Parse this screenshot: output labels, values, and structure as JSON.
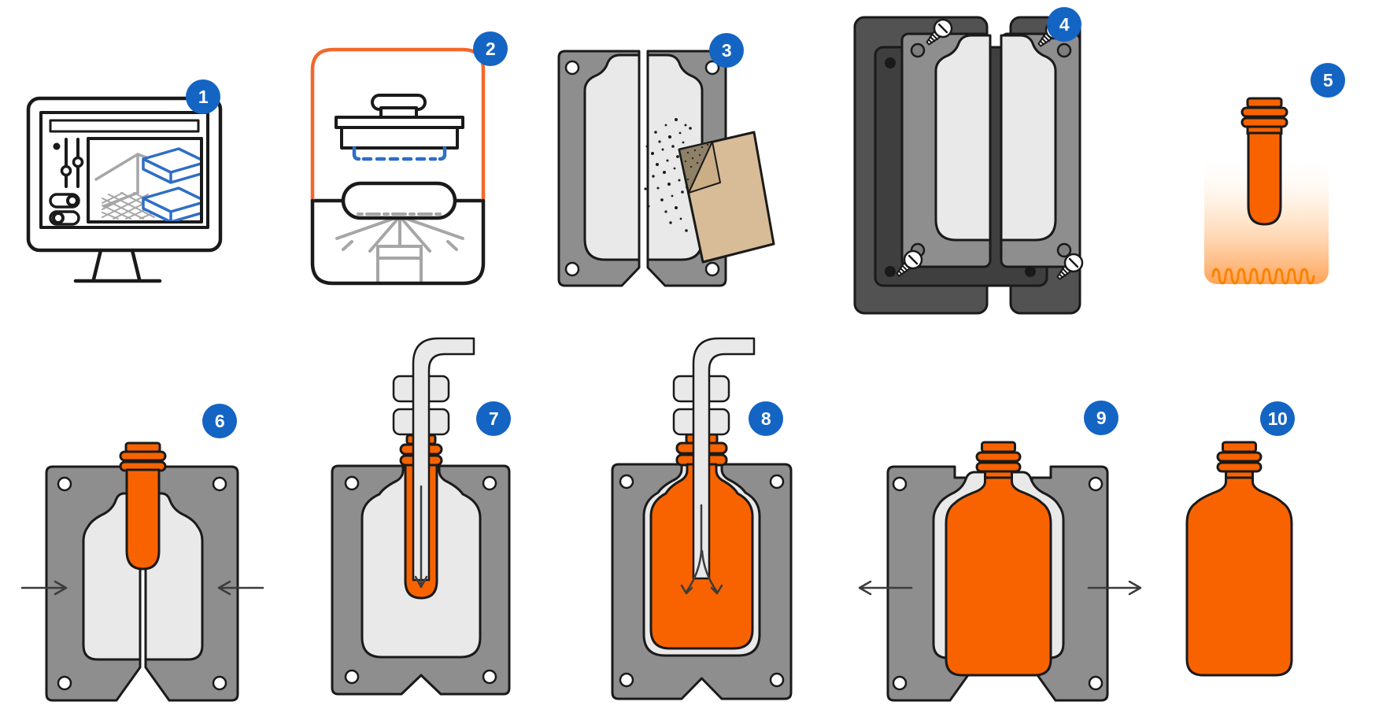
{
  "figure": {
    "kind": "process-diagram",
    "subject": "blow-molding-workflow-with-3d-printed-molds",
    "step_count": 10
  },
  "steps": [
    {
      "number": "1",
      "label": "cad-bottle-design-on-monitor"
    },
    {
      "number": "2",
      "label": "sla-3d-printer"
    },
    {
      "number": "3",
      "label": "sanding-printed-mold-halves"
    },
    {
      "number": "4",
      "label": "mold-halves-bolted-to-backing-plates"
    },
    {
      "number": "5",
      "label": "heating-orange-preform"
    },
    {
      "number": "6",
      "label": "mold-closes-around-preform"
    },
    {
      "number": "7",
      "label": "blow-pin-inserted-into-preform"
    },
    {
      "number": "8",
      "label": "air-inflates-bottle-inside-mold"
    },
    {
      "number": "9",
      "label": "mold-opens-to-release-bottle"
    },
    {
      "number": "10",
      "label": "finished-blow-molded-bottle"
    }
  ],
  "colors": {
    "accent_orange": "#F86300",
    "badge_blue": "#1464C4",
    "cad_blue": "#2E6EC6",
    "mold_gray": "#8E8E8E",
    "cavity_gray": "#E9E9E9",
    "dark_plate": "#525252",
    "mid_plate": "#3F3F3F",
    "sandpaper_tan": "#D7BC97",
    "outline_ink": "#1A1A1A",
    "machine_gray": "#A6A6A6",
    "heater_glow": "#FFA558",
    "coil_orange": "#F98300",
    "tube_gray": "#E9E9E9",
    "arrow_gray": "#3C3C3C",
    "grit_brown": "#8F8068"
  }
}
